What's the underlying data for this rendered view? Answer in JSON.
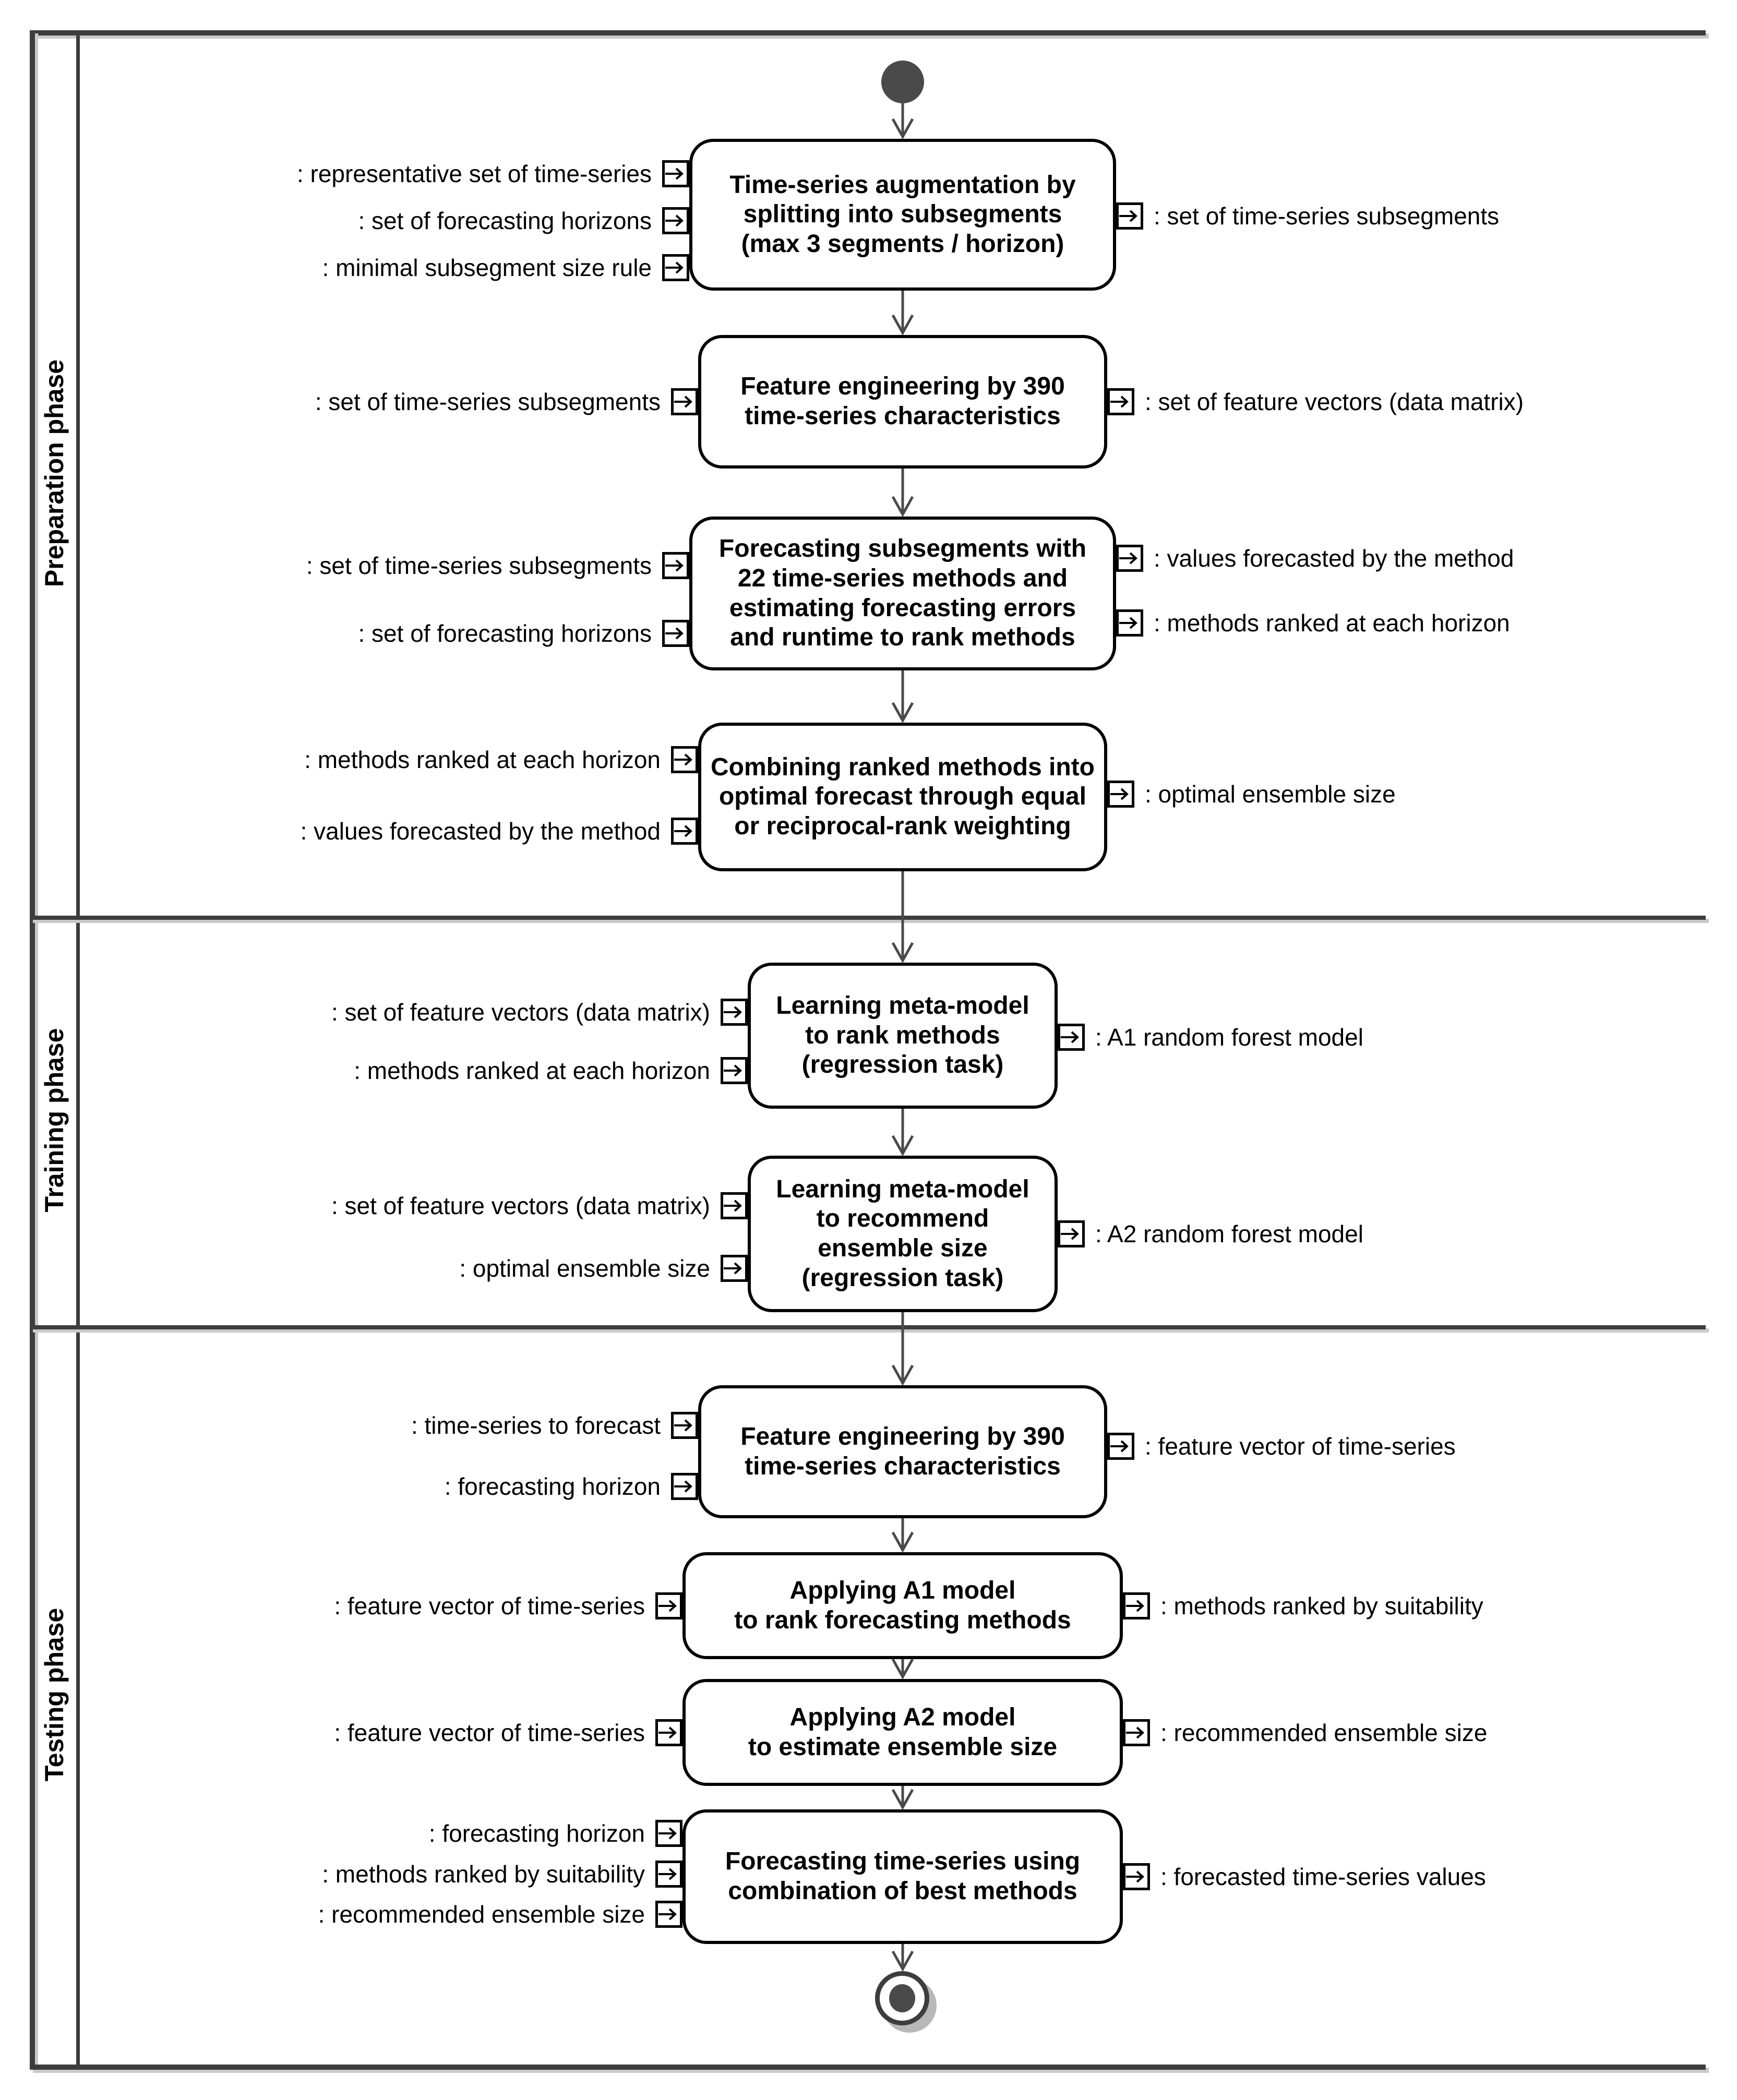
{
  "phases": [
    {
      "label": "Preparation phase"
    },
    {
      "label": "Training phase"
    },
    {
      "label": "Testing phase"
    }
  ],
  "nodes": [
    {
      "title": "Time-series augmentation by\nsplitting into subsegments\n(max 3 segments / horizon)",
      "inputs": [
        ": representative set of time-series",
        ": set of forecasting horizons",
        ": minimal subsegment size rule"
      ],
      "outputs": [
        ": set of time-series subsegments"
      ]
    },
    {
      "title": "Feature engineering by 390\ntime-series characteristics",
      "inputs": [
        ": set of time-series subsegments"
      ],
      "outputs": [
        ": set of feature vectors (data matrix)"
      ]
    },
    {
      "title": "Forecasting subsegments with\n22 time-series methods and\nestimating forecasting errors\nand runtime to rank methods",
      "inputs": [
        ": set of time-series subsegments",
        ": set of forecasting horizons"
      ],
      "outputs": [
        ": values forecasted by the method",
        ": methods ranked at each horizon"
      ]
    },
    {
      "title": "Combining ranked methods into\noptimal forecast through equal\nor reciprocal-rank weighting",
      "inputs": [
        ": methods ranked at each horizon",
        ": values forecasted by the method"
      ],
      "outputs": [
        ": optimal ensemble size"
      ]
    },
    {
      "title": "Learning meta-model\nto rank methods\n(regression task)",
      "inputs": [
        ": set of feature vectors (data matrix)",
        ": methods ranked at each horizon"
      ],
      "outputs": [
        ": A1 random forest model"
      ]
    },
    {
      "title": "Learning meta-model\nto recommend\nensemble size\n(regression task)",
      "inputs": [
        ": set of feature vectors (data matrix)",
        ": optimal ensemble size"
      ],
      "outputs": [
        ": A2 random forest model"
      ]
    },
    {
      "title": "Feature engineering by 390\ntime-series characteristics",
      "inputs": [
        ": time-series to forecast",
        ": forecasting horizon"
      ],
      "outputs": [
        ": feature vector of time-series"
      ]
    },
    {
      "title": "Applying A1 model\nto rank forecasting methods",
      "inputs": [
        ": feature vector of time-series"
      ],
      "outputs": [
        ": methods ranked by suitability"
      ]
    },
    {
      "title": "Applying A2 model\nto estimate ensemble size",
      "inputs": [
        ": feature vector of time-series"
      ],
      "outputs": [
        ": recommended ensemble size"
      ]
    },
    {
      "title": "Forecasting time-series using\ncombination of best methods",
      "inputs": [
        ": forecasting horizon",
        ": methods ranked by suitability",
        ": recommended ensemble size"
      ],
      "outputs": [
        ": forecasted time-series values"
      ]
    }
  ],
  "colors": {
    "frame_border": "#3d3d3d",
    "activity_border": "#000000",
    "activity_fill": "#ffffff",
    "text": "#000000",
    "start_node_fill": "#4a4a4a",
    "final_node_fill": "#4a4a4a",
    "node_shadow": "#b8b8b8",
    "arrow": "#4a4a4a"
  }
}
